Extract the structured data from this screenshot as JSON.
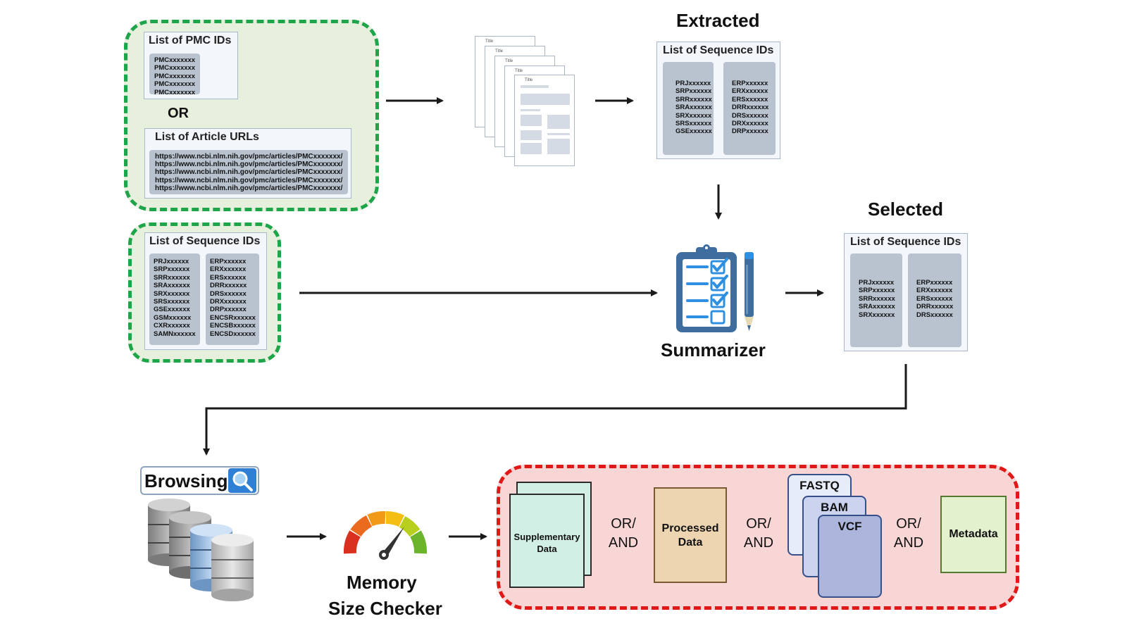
{
  "input": {
    "pmc": {
      "title": "List of PMC IDs",
      "ids": [
        "PMCxxxxxxx",
        "PMCxxxxxxx",
        "PMCxxxxxxx",
        "PMCxxxxxxx",
        "PMCxxxxxxx"
      ]
    },
    "or_label": "OR",
    "urls": {
      "title": "List of Article URLs",
      "items": [
        "https://www.ncbi.nlm.nih.gov/pmc/articles/PMCxxxxxxx/",
        "https://www.ncbi.nlm.nih.gov/pmc/articles/PMCxxxxxxx/",
        "https://www.ncbi.nlm.nih.gov/pmc/articles/PMCxxxxxxx/",
        "https://www.ncbi.nlm.nih.gov/pmc/articles/PMCxxxxxxx/",
        "https://www.ncbi.nlm.nih.gov/pmc/articles/PMCxxxxxxx/"
      ]
    },
    "sequence": {
      "title": "List of Sequence IDs",
      "left": [
        "PRJxxxxxx",
        "SRPxxxxxx",
        "SRRxxxxxx",
        "SRAxxxxxx",
        "SRXxxxxxx",
        "SRSxxxxxx",
        "GSExxxxxx",
        "GSMxxxxxx",
        "CXRxxxxxx",
        "SAMNxxxxxx"
      ],
      "right": [
        "ERPxxxxxx",
        "ERXxxxxxx",
        "ERSxxxxxx",
        "DRRxxxxxx",
        "DRSxxxxxx",
        "DRXxxxxxx",
        "DRPxxxxxx",
        "ENCSRxxxxxx",
        "ENCSBxxxxxx",
        "ENCSDxxxxxx"
      ]
    }
  },
  "documents": {
    "title_label": "Title"
  },
  "extracted": {
    "heading": "Extracted",
    "title": "List of Sequence IDs",
    "left": [
      "PRJxxxxxx",
      "SRPxxxxxx",
      "SRRxxxxxx",
      "SRAxxxxxx",
      "SRXxxxxxx",
      "SRSxxxxxx",
      "GSExxxxxx"
    ],
    "right": [
      "ERPxxxxxx",
      "ERXxxxxxx",
      "ERSxxxxxx",
      "DRRxxxxxx",
      "DRSxxxxxx",
      "DRXxxxxxx",
      "DRPxxxxxx"
    ]
  },
  "summarizer": {
    "label": "Summarizer"
  },
  "selected": {
    "heading": "Selected",
    "title": "List of Sequence IDs",
    "left": [
      "PRJxxxxxx",
      "SRPxxxxxx",
      "SRRxxxxxx",
      "SRAxxxxxx",
      "SRXxxxxxx"
    ],
    "right": [
      "ERPxxxxxx",
      "ERXxxxxxx",
      "ERSxxxxxx",
      "DRRxxxxxx",
      "DRSxxxxxx"
    ]
  },
  "browsing": {
    "label": "Browsing"
  },
  "memory": {
    "line1": "Memory",
    "line2": "Size Checker"
  },
  "outputs": {
    "supplementary": {
      "line1": "Supplementary",
      "line2": "Data"
    },
    "processed": {
      "line1": "Processed",
      "line2": "Data"
    },
    "fastq": "FASTQ",
    "bam": "BAM",
    "vcf": "VCF",
    "metadata": "Metadata",
    "connector": {
      "line1": "OR/",
      "line2": "AND"
    }
  },
  "colors": {
    "input_border": "#1ea54a",
    "input_fill": "#e6f0dc",
    "output_border": "#e01818",
    "output_fill": "#f9d6d6",
    "summarizer_blue": "#3f6e9e",
    "check_blue": "#2f8fe0"
  }
}
